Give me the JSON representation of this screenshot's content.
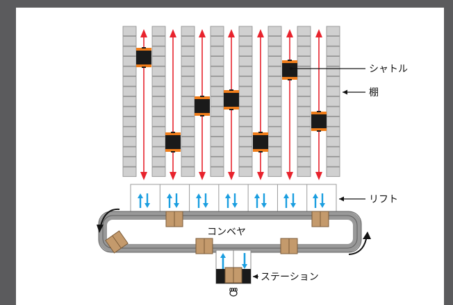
{
  "labels": {
    "shuttle": "シャトル",
    "shelf": "棚",
    "lift": "リフト",
    "conveyor": "コンベヤ",
    "station": "ステーション"
  },
  "colors": {
    "background": "#5b5b5d",
    "panel": "#ffffff",
    "shelf_cell": "#d0d0d0",
    "shelf_cell_border": "#8a8a8a",
    "rail": "#e8232d",
    "shuttle_body": "#1a1a1a",
    "shuttle_accent": "#f07d1a",
    "lift_arrow": "#1a9ee0",
    "conveyor": "#999999",
    "package": "#c49a6c",
    "curve_arrow": "#111111"
  },
  "icons": [
    "hand-icon"
  ]
}
